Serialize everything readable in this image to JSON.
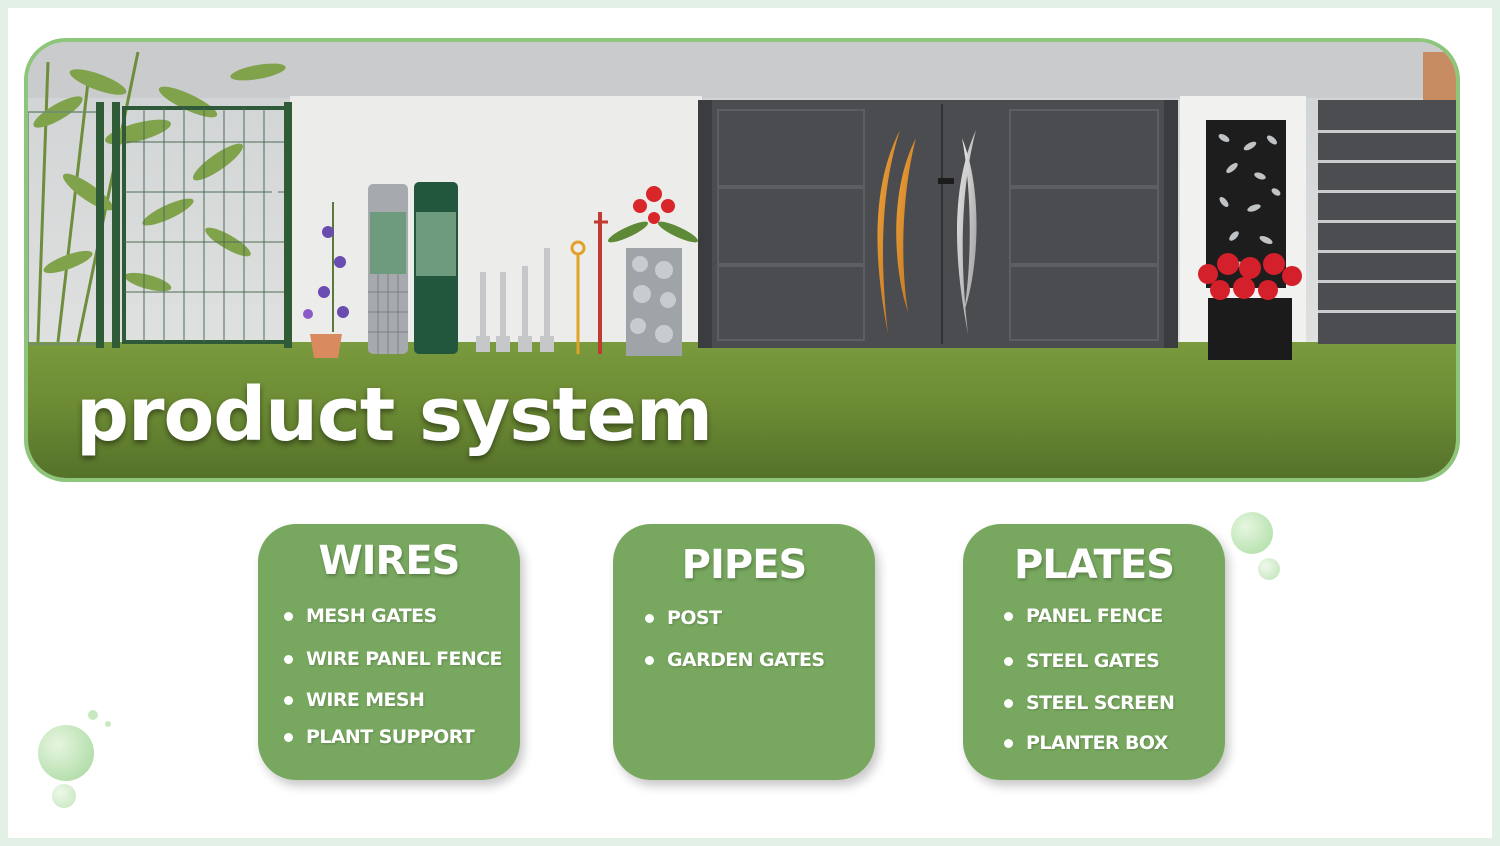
{
  "hero": {
    "title": "product system"
  },
  "categories": [
    {
      "title": "WIRES",
      "items": [
        "MESH GATES",
        "WIRE PANEL  FENCE",
        "WIRE MESH",
        "PLANT SUPPORT"
      ]
    },
    {
      "title": "PIPES",
      "items": [
        "POST",
        "GARDEN GATES"
      ]
    },
    {
      "title": "PLATES",
      "items": [
        "PANEL FENCE",
        "STEEL GATES",
        "STEEL SCREEN",
        "PLANTER BOX"
      ]
    }
  ],
  "colors": {
    "card_green": "#78a85f",
    "accent_green": "#8dc57a",
    "frame_mint": "#e3f0e6",
    "gate_dark": "#4a4c4f"
  }
}
